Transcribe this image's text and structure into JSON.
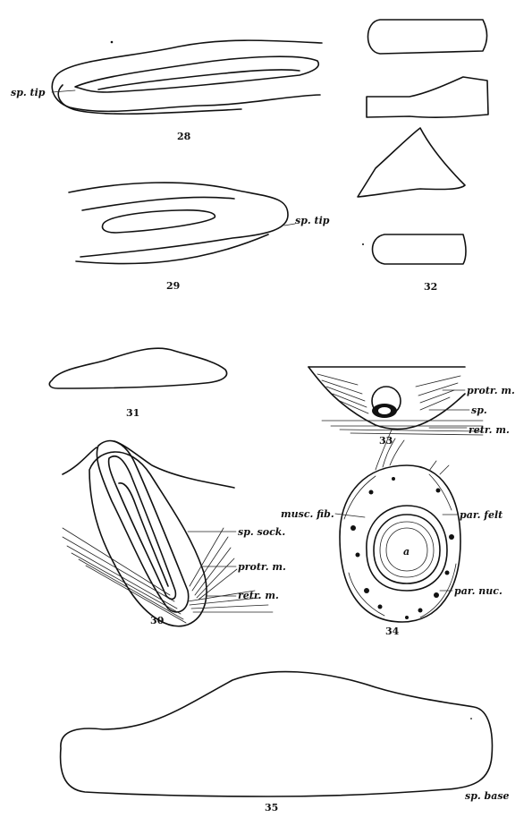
{
  "figures": {
    "fig28": {
      "number": "28",
      "labels": [
        "sp. tip"
      ]
    },
    "fig29": {
      "number": "29",
      "labels": [
        "sp. tip"
      ]
    },
    "fig30": {
      "number": "30",
      "labels": [
        "sp. sock.",
        "protr. m.",
        "retr. m."
      ]
    },
    "fig31": {
      "number": "31",
      "labels": []
    },
    "fig32": {
      "number": "32",
      "labels": []
    },
    "fig33": {
      "number": "33",
      "labels": [
        "protr. m.",
        "sp.",
        "retr. m."
      ]
    },
    "fig34": {
      "number": "34",
      "labels": [
        "musc. fib.",
        "par. felt",
        "par. nuc.",
        "a"
      ]
    },
    "fig35": {
      "number": "35",
      "labels": [
        "sp. base"
      ]
    }
  },
  "colors": {
    "ink": "#111111",
    "paper": "#ffffff"
  }
}
